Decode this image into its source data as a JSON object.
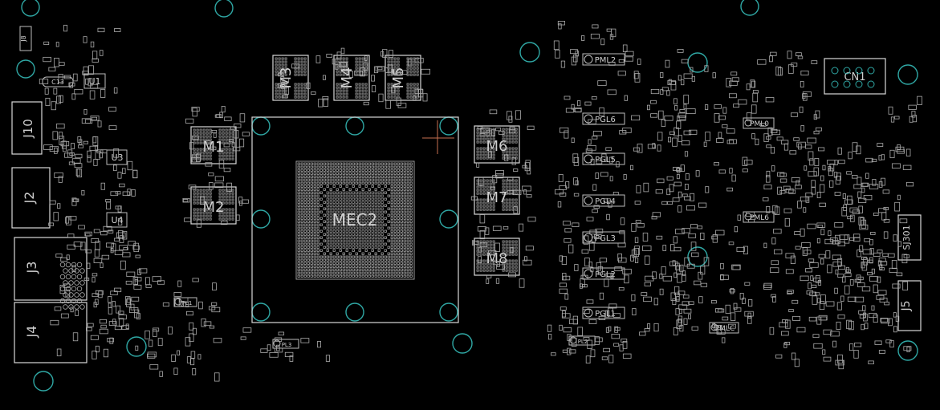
{
  "board": {
    "background": "#000000",
    "silk_color": "#d0d0d0",
    "hole_color": "#2fa7a4",
    "cursor_color": "#c87050"
  },
  "gpu": {
    "label": "MEC2"
  },
  "memory": {
    "M1": "M1",
    "M2": "M2",
    "M3": "M3",
    "M4": "M4",
    "M5": "M5",
    "M6": "M6",
    "M7": "M7",
    "M8": "M8"
  },
  "connectors": {
    "J8": "J8",
    "J10": "J10",
    "J2": "J2",
    "J3": "J3",
    "J4": "J4",
    "J5": "J5",
    "CN1": "CN1",
    "SJ301": "SJ301"
  },
  "ics": {
    "U1": "U1",
    "U3": "U3",
    "U4": "U4",
    "C13": "C13"
  },
  "power": {
    "PGL1": "PGL1",
    "PGL2": "PGL2",
    "PGL3": "PGL3",
    "PGL4": "PGL4",
    "PGL5": "PGL5",
    "PGL6": "PGL6",
    "PML2": "PML2",
    "PML0": "PML0",
    "PML6": "PML6",
    "PMLC": "PMLC",
    "PL1": "PL1",
    "PL2": "PL2",
    "PL3": "PL3"
  }
}
